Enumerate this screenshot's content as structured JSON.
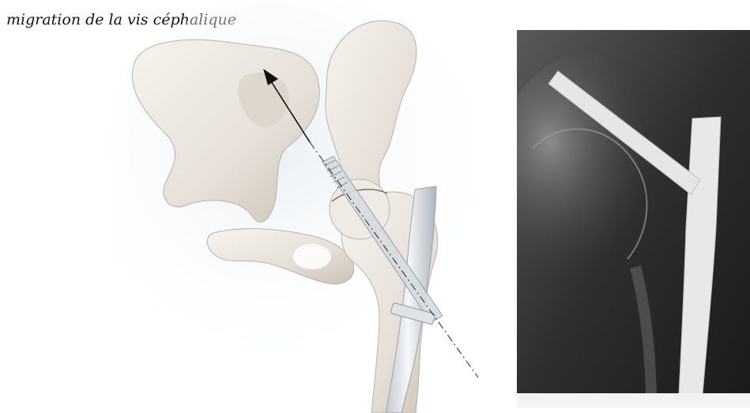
{
  "caption": "migration de la vis céphalique",
  "colors": {
    "bone": "#ece8e2",
    "bone_shadow": "#c9c2b8",
    "nail": "#d8dde2",
    "xray_background": "#3a3a3a",
    "xray_implant": "#e6e6e6"
  },
  "panels": [
    {
      "name": "illustration",
      "content": "hip-bone-with-intramedullary-nail"
    },
    {
      "name": "radiograph",
      "content": "x-ray-of-cephalomedullary-nail"
    }
  ]
}
